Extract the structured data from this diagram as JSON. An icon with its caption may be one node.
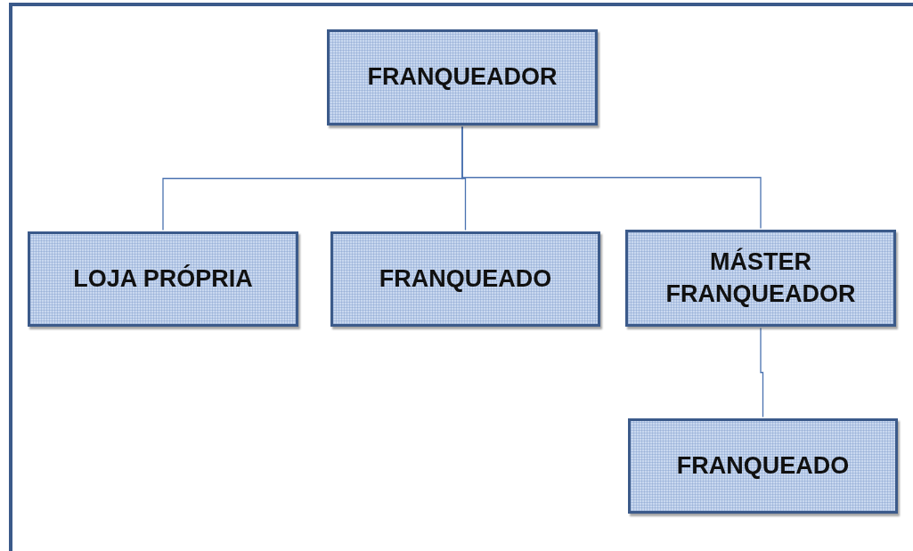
{
  "diagram": {
    "nodes": [
      {
        "text": [
          "FRANQUEADOR"
        ]
      },
      {
        "text": [
          "LOJA PRÓPRIA"
        ]
      },
      {
        "text": [
          "FRANQUEADO"
        ]
      },
      {
        "text": [
          "MÁSTER FRANQUEADOR"
        ]
      },
      {
        "text": [
          "FRANQUEADO"
        ]
      }
    ],
    "edges": [
      {
        "from": 0,
        "to": 1,
        "arrow": "none"
      },
      {
        "from": 0,
        "to": 2,
        "arrow": "none"
      },
      {
        "from": 0,
        "to": 3,
        "arrow": "none"
      },
      {
        "from": 3,
        "to": 4,
        "arrow": "none"
      }
    ]
  }
}
